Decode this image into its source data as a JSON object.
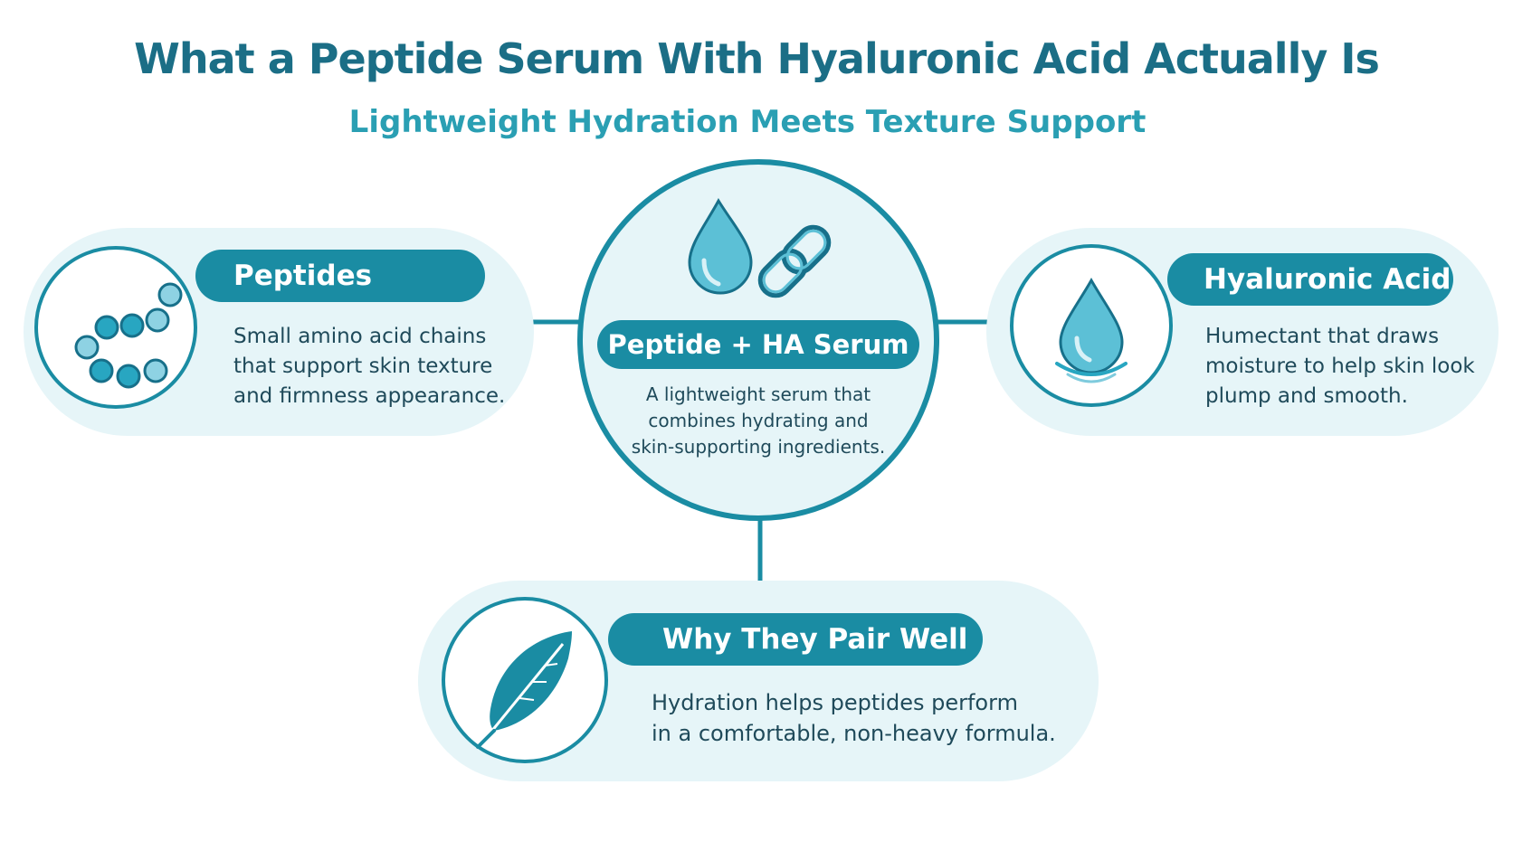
{
  "header": {
    "title": "What a Peptide Serum With Hyaluronic Acid Actually Is",
    "subtitle": "Lightweight Hydration Meets Texture Support"
  },
  "center": {
    "label": "Peptide + HA Serum",
    "description": [
      "A lightweight serum that",
      "combines hydrating and",
      "skin-supporting ingredients."
    ],
    "icons": [
      "water-drop-icon",
      "chain-link-icon"
    ]
  },
  "cards": {
    "peptides": {
      "label": "Peptides",
      "icon": "amino-chain-icon",
      "description": [
        "Small amino acid chains",
        "that support skin texture",
        "and firmness appearance."
      ]
    },
    "hyaluronic": {
      "label": "Hyaluronic Acid",
      "icon": "water-drop-ripple-icon",
      "description": [
        "Humectant that draws",
        "moisture to help skin look",
        "plump and smooth."
      ]
    },
    "pairing": {
      "label": "Why They Pair Well",
      "icon": "feather-icon",
      "description": [
        "Hydration helps peptides perform",
        "in a comfortable, non-heavy formula."
      ]
    }
  },
  "colors": {
    "primary": "#1a8ca3",
    "title": "#1b6e86",
    "subtitle": "#2a9fb3",
    "card_background": "#e6f5f8",
    "text": "#1f4a5a"
  }
}
